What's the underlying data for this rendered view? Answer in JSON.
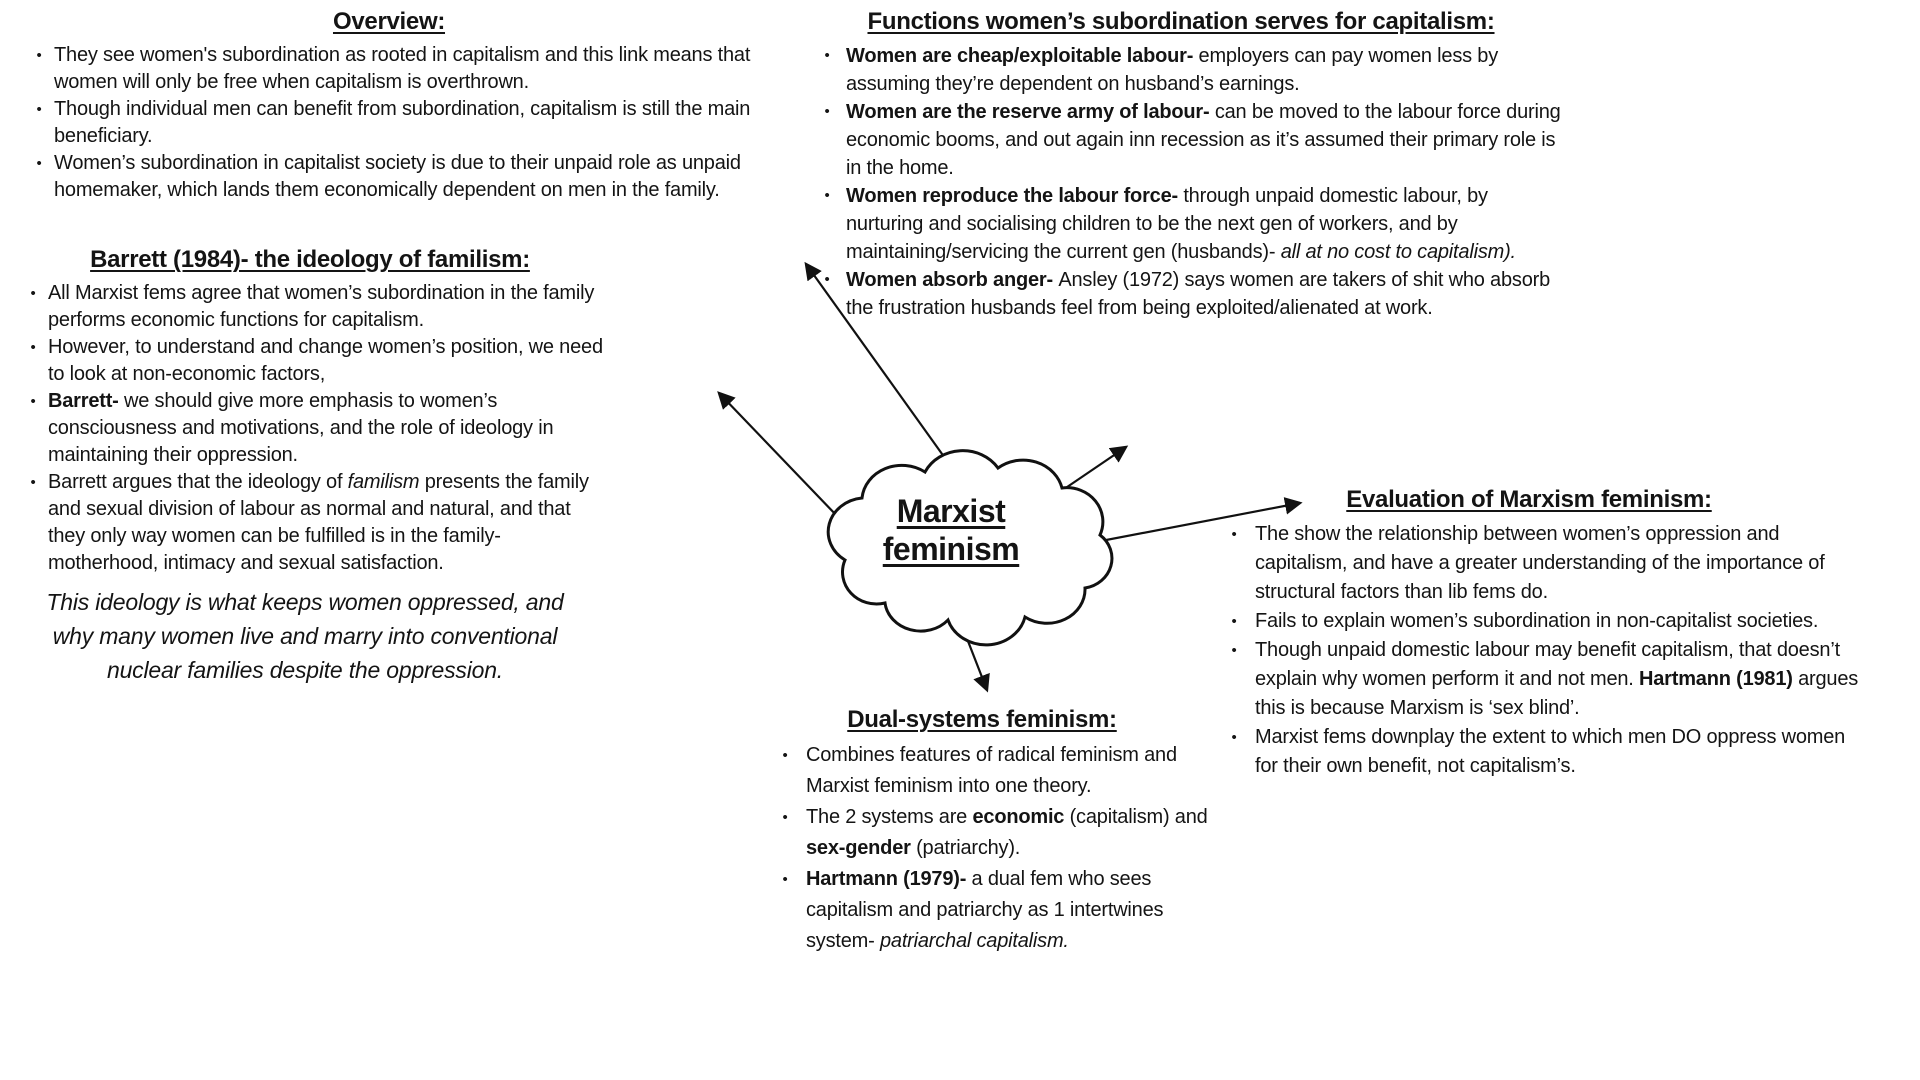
{
  "page": {
    "background_color": "#ffffff",
    "text_color": "#141414",
    "line_color": "#111111"
  },
  "center": {
    "label_line1": "Marxist",
    "label_line2": "feminism"
  },
  "sections": {
    "overview": {
      "title": "Overview:",
      "bullets": [
        [
          {
            "t": "They see women's subordination as rooted in capitalism and this link means that women will only be free when capitalism is overthrown."
          }
        ],
        [
          {
            "t": "Though individual men can benefit from subordination, capitalism is still the main beneficiary."
          }
        ],
        [
          {
            "t": "Women’s subordination in capitalist society is due to their unpaid role as unpaid homemaker, which lands them economically dependent on men in the family."
          }
        ]
      ]
    },
    "barrett": {
      "title": "Barrett (1984)- the ideology of familism:",
      "bullets": [
        [
          {
            "t": "All Marxist fems agree that women’s subordination in the family performs economic functions for capitalism."
          }
        ],
        [
          {
            "t": "However, to understand and change women’s position, we need to look at non-economic factors,"
          }
        ],
        [
          {
            "t": "Barrett- ",
            "b": true
          },
          {
            "t": "we should give more emphasis to women’s consciousness and motivations, and the role of ideology in maintaining their oppression."
          }
        ],
        [
          {
            "t": "Barrett argues that the ideology of "
          },
          {
            "t": "familism",
            "i": true
          },
          {
            "t": " presents the family and sexual division of labour as normal and natural, and that they only way women can be fulfilled is in the family- motherhood, intimacy and sexual satisfaction."
          }
        ]
      ],
      "note": "This ideology is what keeps women oppressed, and why many women live and marry into conventional nuclear families despite the oppression."
    },
    "functions": {
      "title": "Functions women’s subordination serves for capitalism:",
      "bullets": [
        [
          {
            "t": "Women are cheap/exploitable labour- ",
            "b": true
          },
          {
            "t": "employers can pay women less by assuming they’re dependent on husband’s earnings."
          }
        ],
        [
          {
            "t": "Women are the reserve army of labour- ",
            "b": true
          },
          {
            "t": "can be moved to the labour force during economic booms, and out again inn recession as it’s assumed their primary role is in the home."
          }
        ],
        [
          {
            "t": "Women reproduce the labour force- ",
            "b": true
          },
          {
            "t": "through unpaid domestic labour, by nurturing and socialising children to be the next gen of workers, and by maintaining/servicing the current gen (husbands)- "
          },
          {
            "t": "all at no cost to capitalism).",
            "i": true
          }
        ],
        [
          {
            "t": "Women absorb anger- ",
            "b": true
          },
          {
            "t": "Ansley (1972) says women are takers of shit who absorb the frustration husbands feel from being exploited/alienated at work."
          }
        ]
      ]
    },
    "evaluation": {
      "title": "Evaluation of Marxism feminism:",
      "bullets": [
        [
          {
            "t": "The show the relationship between women’s oppression and capitalism, and have a greater understanding of the importance of structural factors than lib fems do."
          }
        ],
        [
          {
            "t": "Fails to explain women’s subordination in non-capitalist societies."
          }
        ],
        [
          {
            "t": "Though unpaid domestic labour may benefit capitalism, that doesn’t explain why women perform it and not men. "
          },
          {
            "t": "Hartmann (1981)",
            "b": true
          },
          {
            "t": " argues this is because Marxism is ‘sex blind’."
          }
        ],
        [
          {
            "t": "Marxist fems downplay the extent to which men DO oppress women for their own benefit, not capitalism’s."
          }
        ]
      ]
    },
    "dual": {
      "title": "Dual-systems feminism:",
      "bullets": [
        [
          {
            "t": "Combines features of radical feminism and Marxist feminism into one theory."
          }
        ],
        [
          {
            "t": "The 2 systems are "
          },
          {
            "t": "economic",
            "b": true
          },
          {
            "t": " (capitalism) and "
          },
          {
            "t": "sex-gender",
            "b": true
          },
          {
            "t": " (patriarchy)."
          }
        ],
        [
          {
            "t": "Hartmann (1979)- ",
            "b": true
          },
          {
            "t": "a dual fem who sees capitalism and patriarchy as 1 intertwines system- "
          },
          {
            "t": "patriarchal capitalism.",
            "i": true
          }
        ]
      ]
    }
  }
}
